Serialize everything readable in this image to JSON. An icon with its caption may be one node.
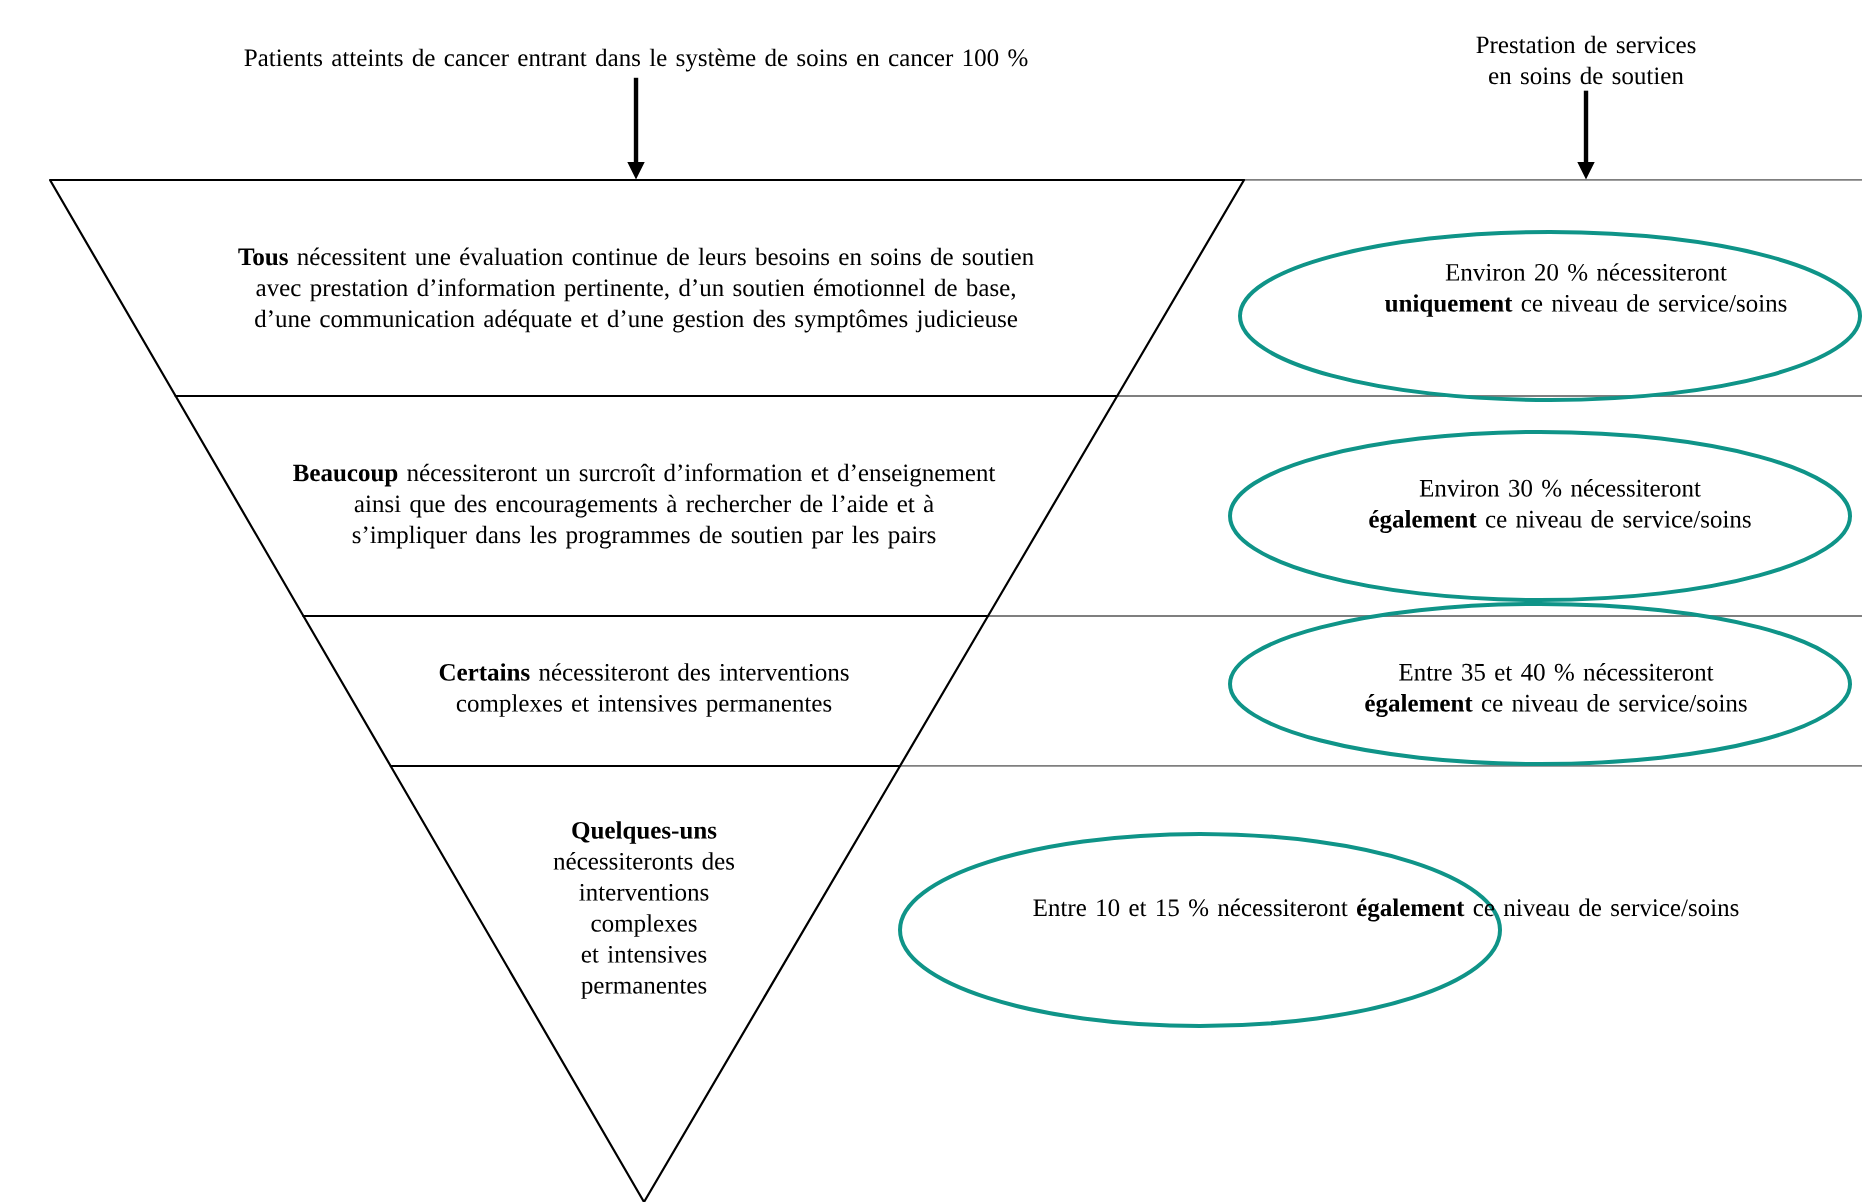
{
  "diagram": {
    "nodes": [
      {
        "text": [
          "Patients atteints de cancer entrant dans le système de soins en cancer 100 %"
        ]
      },
      {
        "text": [
          "Prestation de services en soins de soutien"
        ]
      },
      {
        "text": [
          "**Tous** nécessitent une évaluation continue de leurs besoins en soins de soutien avec prestation d’information pertinente, d’un soutien émotionnel de base, d’une communication adéquate et d’une gestion des symptômes judicieuse"
        ]
      },
      {
        "text": [
          "**Beaucoup** nécessiteront un surcroît d’information et d’enseignement ainsi que des encouragements à rechercher de l’aide et à s’impliquer dans les programmes de soutien par les pairs"
        ]
      },
      {
        "text": [
          "**Certains** nécessiteront des interventions complexes et intensives permanentes"
        ]
      },
      {
        "text": [
          "**Quelques-uns** nécessiteronts des interventions complexes et intensives permanentes"
        ]
      },
      {
        "text": [
          "Environ 20 % nécessiteront **uniquement** ce niveau de service/soins"
        ]
      },
      {
        "text": [
          "Environ 30 % nécessiteront **également** ce niveau de service/soins"
        ]
      },
      {
        "text": [
          "Entre 35 et 40 % nécessiteront **également** ce niveau de service/soins"
        ]
      },
      {
        "text": [
          "Entre 10 et 15 % nécessiteront **également** ce niveau de service/soins"
        ]
      }
    ],
    "edges": [
      {
        "from": 0,
        "to": 2,
        "arrow": "to"
      },
      {
        "from": 1,
        "to": 6,
        "arrow": "to"
      }
    ]
  }
}
